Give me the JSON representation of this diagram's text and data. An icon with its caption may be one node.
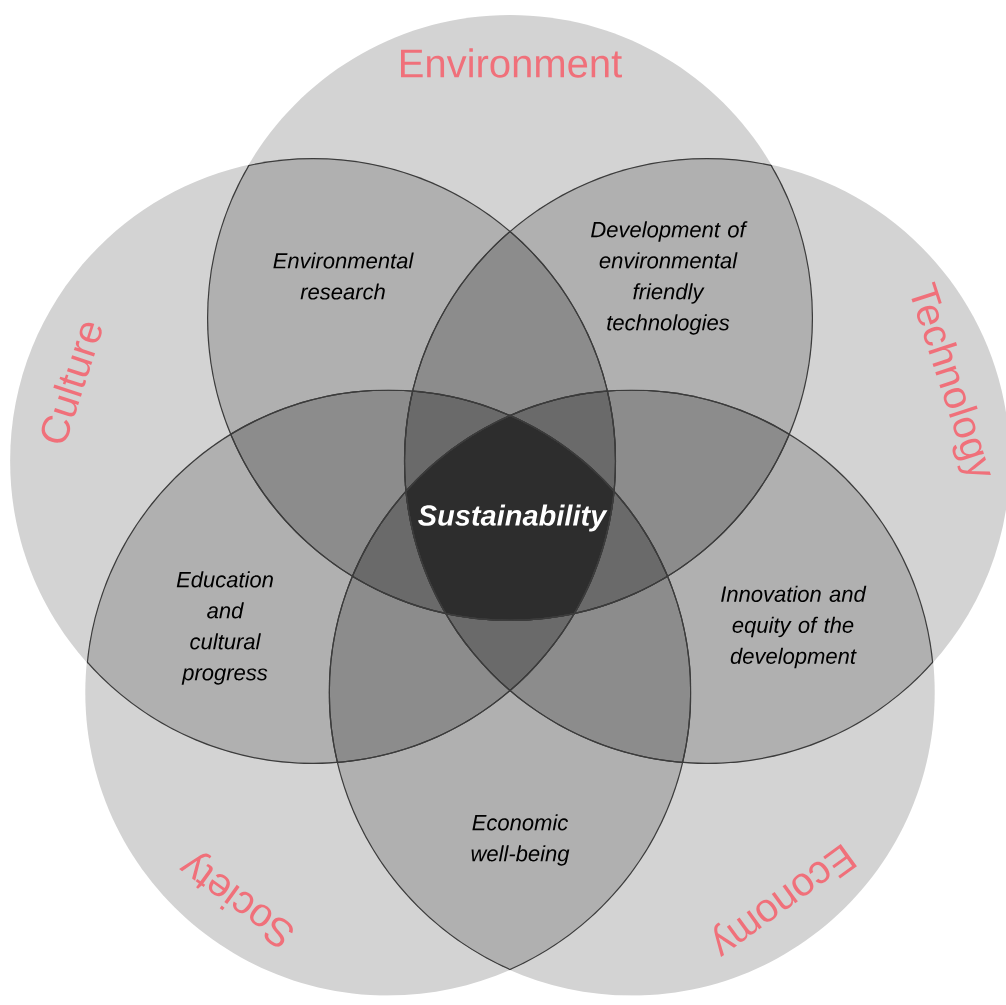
{
  "diagram": {
    "nodes": [
      {
        "text": [
          "Environment"
        ]
      },
      {
        "text": [
          "Technology"
        ]
      },
      {
        "text": [
          "Economy"
        ]
      },
      {
        "text": [
          "Society"
        ]
      },
      {
        "text": [
          "Culture"
        ]
      },
      {
        "text": [
          "Environmental research"
        ]
      },
      {
        "text": [
          "Development of environmental friendly technologies"
        ]
      },
      {
        "text": [
          "Innovation and equity of the development"
        ]
      },
      {
        "text": [
          "Economic well-being"
        ]
      },
      {
        "text": [
          "Education and cultural progress"
        ]
      },
      {
        "text": [
          "Sustainability"
        ]
      }
    ]
  }
}
